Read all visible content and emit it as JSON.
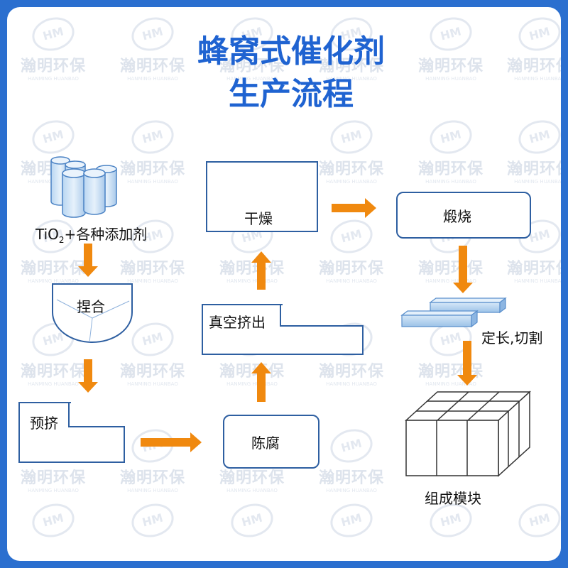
{
  "title": {
    "line1": "蜂窝式催化剂",
    "line2": "生产流程"
  },
  "watermark": {
    "cn": "瀚明环保",
    "en": "HANMING HUANBAO",
    "logo": "HM"
  },
  "steps": {
    "raw": {
      "main": "TiO",
      "sub": "2",
      "rest": "+各种添加剂"
    },
    "mix": "捏合",
    "pre_extrude": "预挤",
    "aging": "陈腐",
    "vacuum_extrude": "真空挤出",
    "dry": "干燥",
    "calcine": "煅烧",
    "cut": "定长,切割",
    "assemble": "组成模块"
  },
  "colors": {
    "border": "#2b6fcf",
    "title": "#1f63d1",
    "arrow": "#f0890f",
    "box": "#2e5fa1"
  },
  "icons": [
    "cylinders-icon",
    "mixer-bowl-icon",
    "honeycomb-bars-icon",
    "module-block-icon",
    "arrow-icon"
  ]
}
